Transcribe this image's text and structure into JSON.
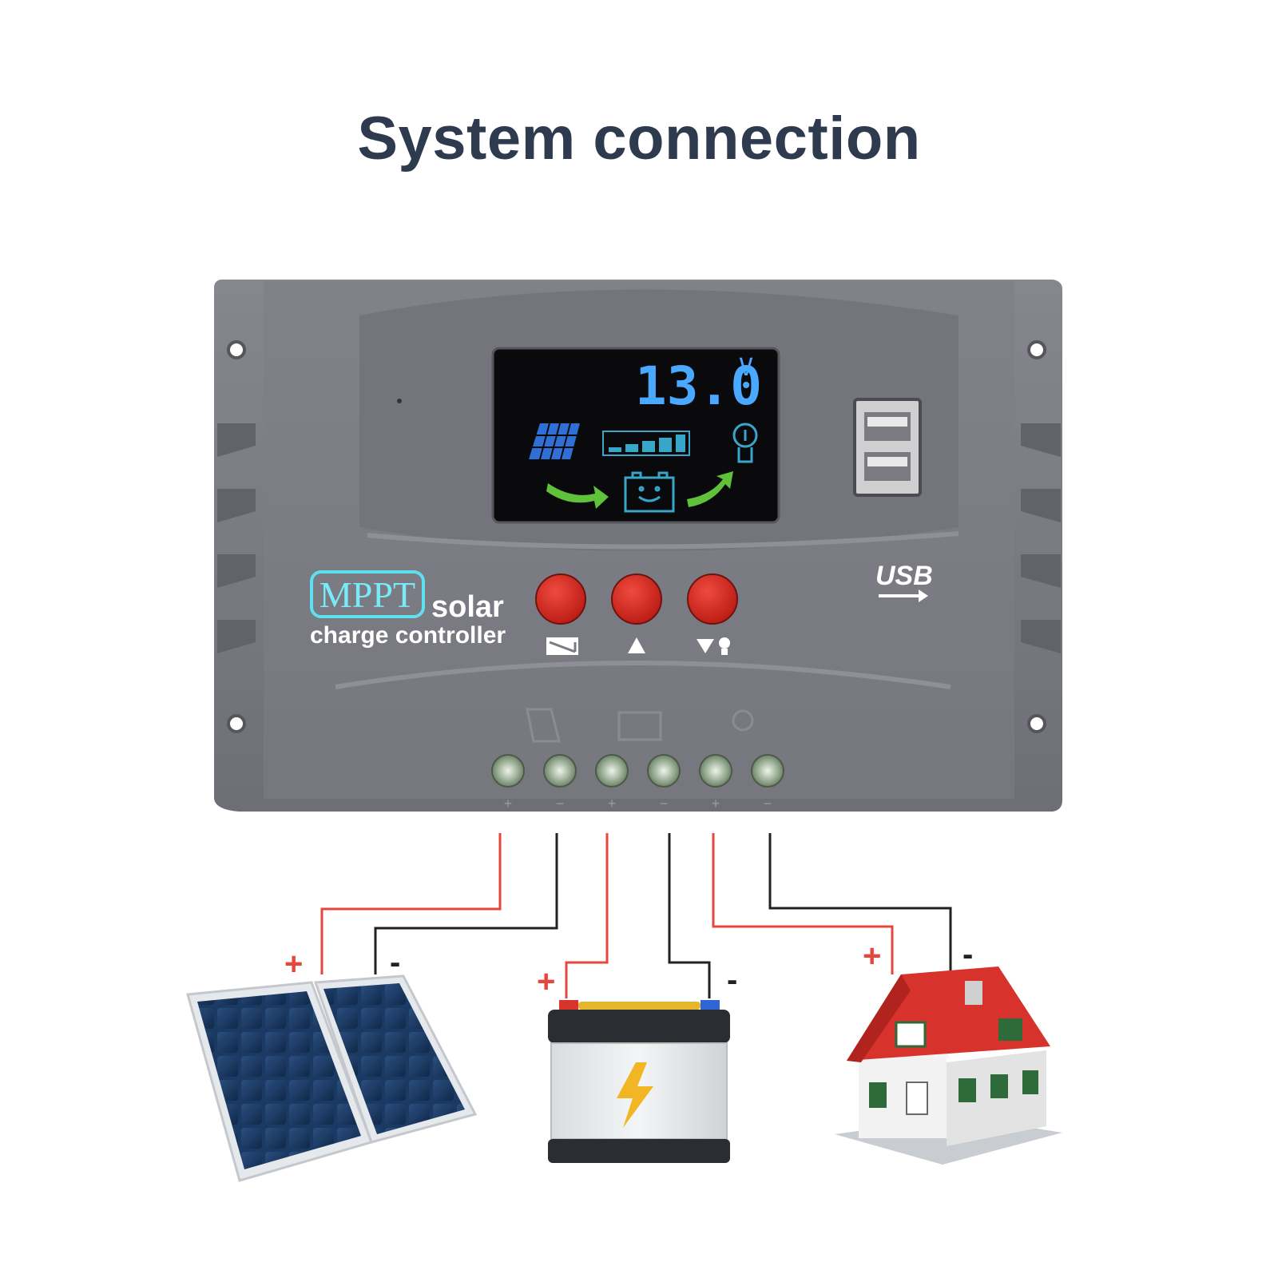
{
  "title": "System connection",
  "controller": {
    "display": {
      "voltage": "13.0",
      "unit": "V"
    },
    "brand_badge": "MPPT",
    "brand_word": "solar",
    "subtitle": "charge controller",
    "usb_label": "USB",
    "buttons": [
      {
        "name": "menu-button",
        "icon": "menu-icon"
      },
      {
        "name": "up-button",
        "icon": "up-arrow-icon"
      },
      {
        "name": "down-load-button",
        "icon": "down-arrow-bulb-icon"
      }
    ],
    "terminal_signs": [
      "+",
      "−",
      "+",
      "−",
      "+",
      "−"
    ]
  },
  "polarity": {
    "panel_plus": "+",
    "panel_minus": "-",
    "battery_plus": "+",
    "battery_minus": "-",
    "load_plus": "+",
    "load_minus": "-"
  },
  "colors": {
    "positive_wire": "#e5473e",
    "negative_wire": "#222222",
    "housing": "#7b7b83",
    "button": "#d8281f",
    "lcd_digits": "#49a8ff"
  }
}
